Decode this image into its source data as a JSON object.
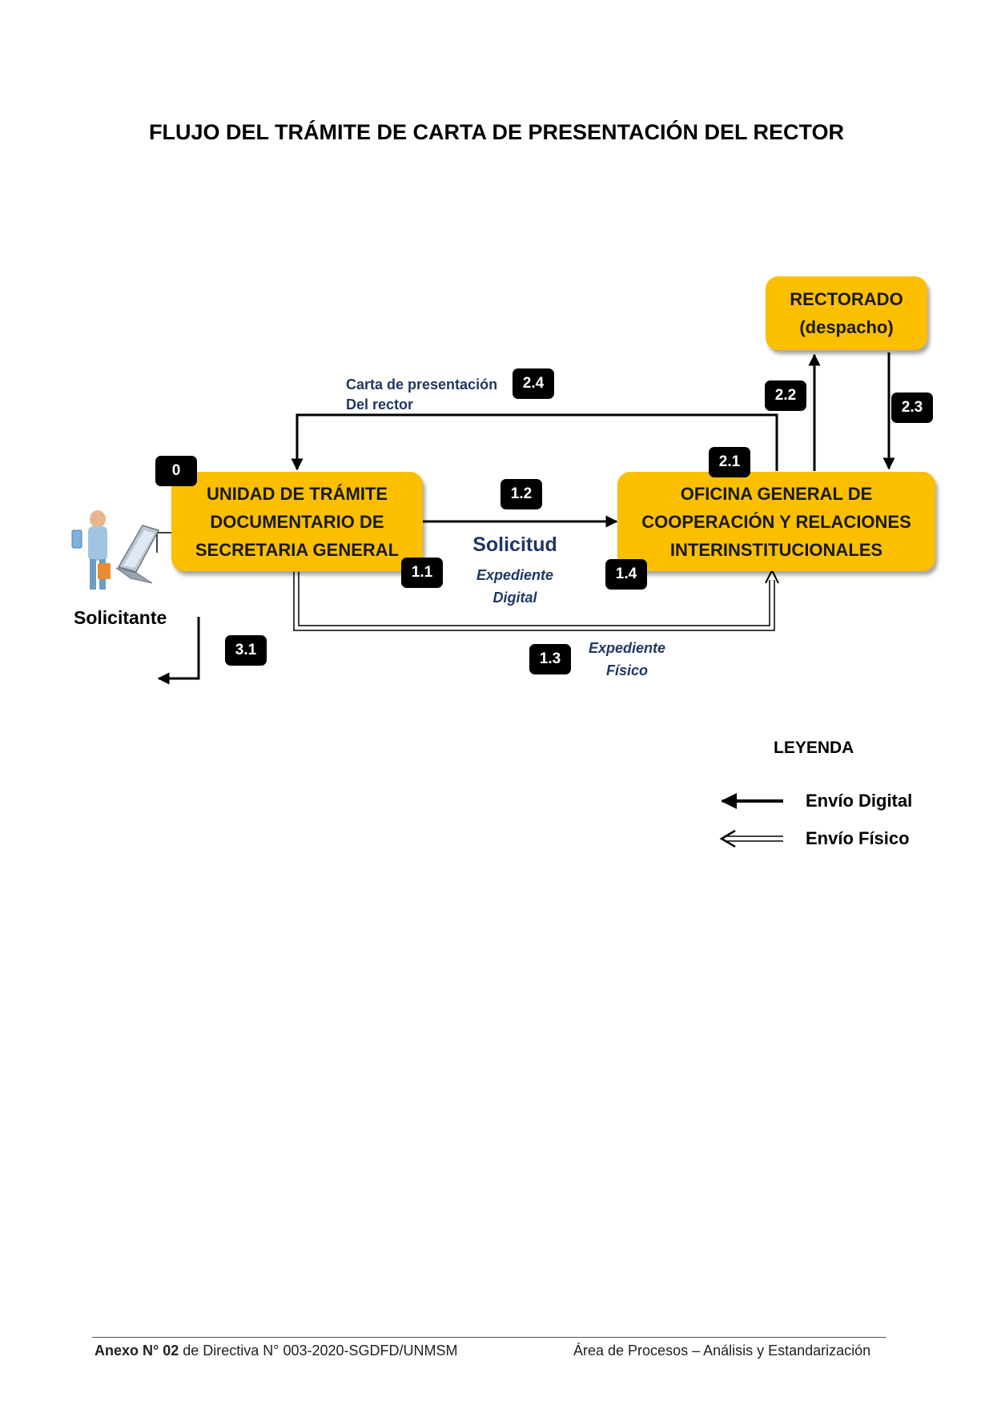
{
  "title": "FLUJO DEL TRÁMITE DE CARTA DE PRESENTACIÓN DEL RECTOR",
  "nodes": {
    "utd": [
      "UNIDAD DE TRÁMITE",
      "DOCUMENTARIO DE",
      "SECRETARIA GENERAL"
    ],
    "ogcri": [
      "OFICINA GENERAL DE",
      "COOPERACIÓN Y RELACIONES",
      "INTERINSTITUCIONALES"
    ],
    "rectorado": [
      "RECTORADO",
      "(despacho)"
    ]
  },
  "solicitante": "Solicitante",
  "steps": {
    "s0": "0",
    "s11": "1.1",
    "s12": "1.2",
    "s13": "1.3",
    "s14": "1.4",
    "s21": "2.1",
    "s22": "2.2",
    "s23": "2.3",
    "s24": "2.4",
    "s31": "3.1"
  },
  "labels": {
    "carta": [
      "Carta de presentación",
      "Del rector"
    ],
    "solicitud": "Solicitud",
    "exp_digital": [
      "Expediente",
      "Digital"
    ],
    "exp_fisico": [
      "Expediente",
      "Físico"
    ]
  },
  "legend": {
    "title": "LEYENDA",
    "digital": "Envío Digital",
    "fisico": "Envío Físico"
  },
  "footer": {
    "left_bold": "Anexo N° 02",
    "left_rest": " de Directiva N° 003-2020-SGDFD/UNMSM",
    "right": "Área de Procesos – Análisis y Estandarización"
  }
}
